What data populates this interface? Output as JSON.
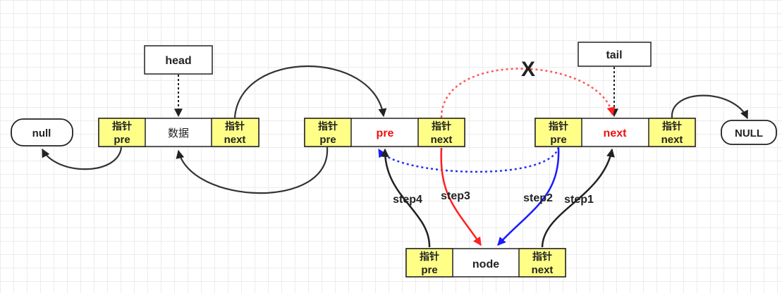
{
  "colors": {
    "cell_yellow": "#ffff88",
    "border": "#222222",
    "red_text": "#ee1111",
    "red_arrow": "#ff2020",
    "blue_arrow": "#1a1aff",
    "dotted_red": "#ff5555",
    "dotted_blue": "#2233ee"
  },
  "labels": {
    "head": "head",
    "tail": "tail",
    "null_left": "null",
    "null_right": "NULL",
    "removed_mark": "X",
    "step1": "step1",
    "step2": "step2",
    "step3": "step3",
    "step4": "step4"
  },
  "nodes": {
    "head_node": {
      "left_top": "指针",
      "left_bottom": "pre",
      "middle": "数据",
      "right_top": "指针",
      "right_bottom": "next"
    },
    "pre_node": {
      "left_top": "指针",
      "left_bottom": "pre",
      "middle": "pre",
      "right_top": "指针",
      "right_bottom": "next"
    },
    "next_node": {
      "left_top": "指针",
      "left_bottom": "pre",
      "middle": "next",
      "right_top": "指针",
      "right_bottom": "next"
    },
    "new_node": {
      "left_top": "指针",
      "left_bottom": "pre",
      "middle": "node",
      "right_top": "指针",
      "right_bottom": "next"
    }
  }
}
